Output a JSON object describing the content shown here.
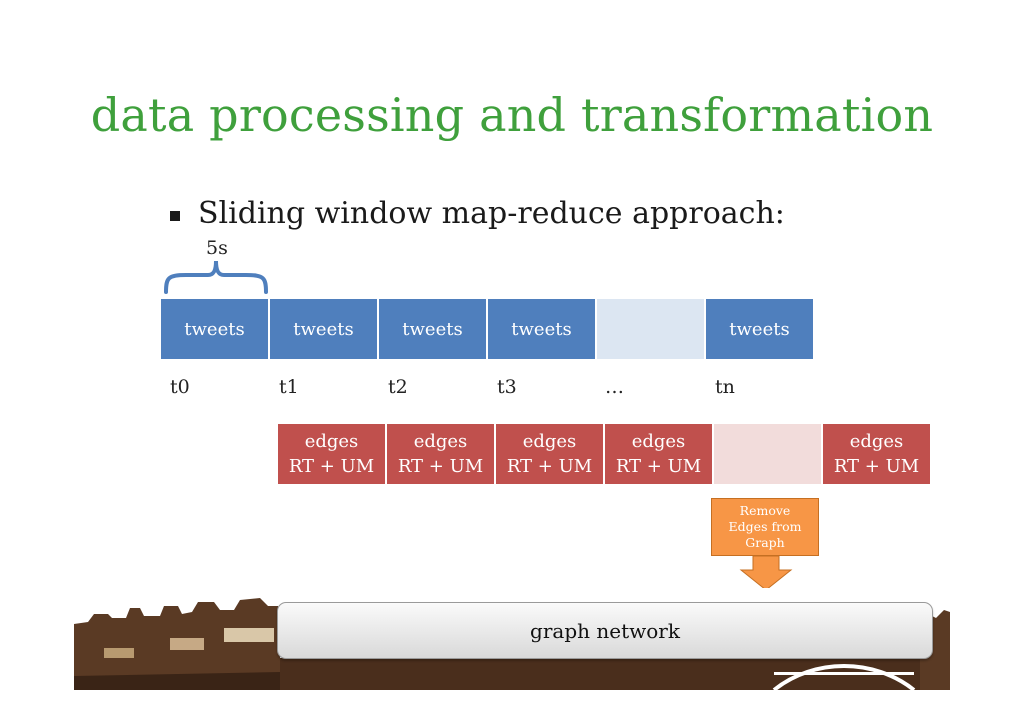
{
  "slide": {
    "title": "data processing and transformation",
    "bullet": "Sliding window map-reduce approach:",
    "window_label": "5s"
  },
  "tweets_row": [
    {
      "label": "tweets"
    },
    {
      "label": "tweets"
    },
    {
      "label": "tweets"
    },
    {
      "label": "tweets"
    },
    {
      "label": ""
    },
    {
      "label": "tweets"
    }
  ],
  "time_labels": [
    "t0",
    "t1",
    "t2",
    "t3",
    "…",
    "tn"
  ],
  "edges_row": [
    {
      "line1": "edges",
      "line2": "RT + UM"
    },
    {
      "line1": "edges",
      "line2": "RT + UM"
    },
    {
      "line1": "edges",
      "line2": "RT + UM"
    },
    {
      "line1": "edges",
      "line2": "RT + UM"
    },
    {
      "line1": "",
      "line2": ""
    },
    {
      "line1": "edges",
      "line2": "RT + UM"
    }
  ],
  "remove_box": {
    "line1": "Remove",
    "line2": "Edges from",
    "line3": "Graph"
  },
  "graph_label": "graph network",
  "colors": {
    "title": "#3fa03c",
    "tweet_block": "#4f7fbd",
    "tweet_block_empty": "#dce6f2",
    "edge_block": "#c0504d",
    "edge_block_empty": "#f2dcdb",
    "remove_box": "#f79646",
    "brace": "#4f7fbd"
  }
}
